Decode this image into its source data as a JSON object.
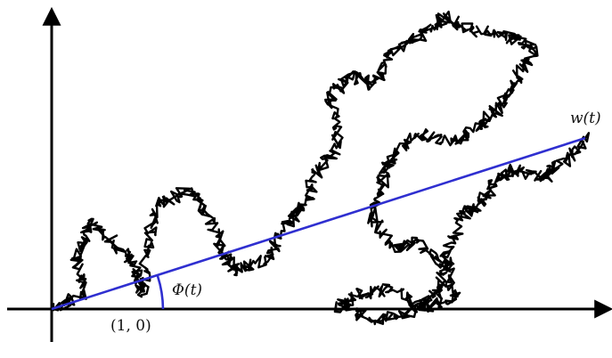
{
  "labels": {
    "endpoint": "w(t)",
    "angle": "Φ(t)",
    "point": "(1, 0)"
  },
  "colors": {
    "axes": "#000000",
    "path": "#000000",
    "ray": "#2f2fd0",
    "angle_arc": "#2f2fd0"
  },
  "figure": {
    "description_type": "Brownian-motion sample path with angle to endpoint"
  }
}
